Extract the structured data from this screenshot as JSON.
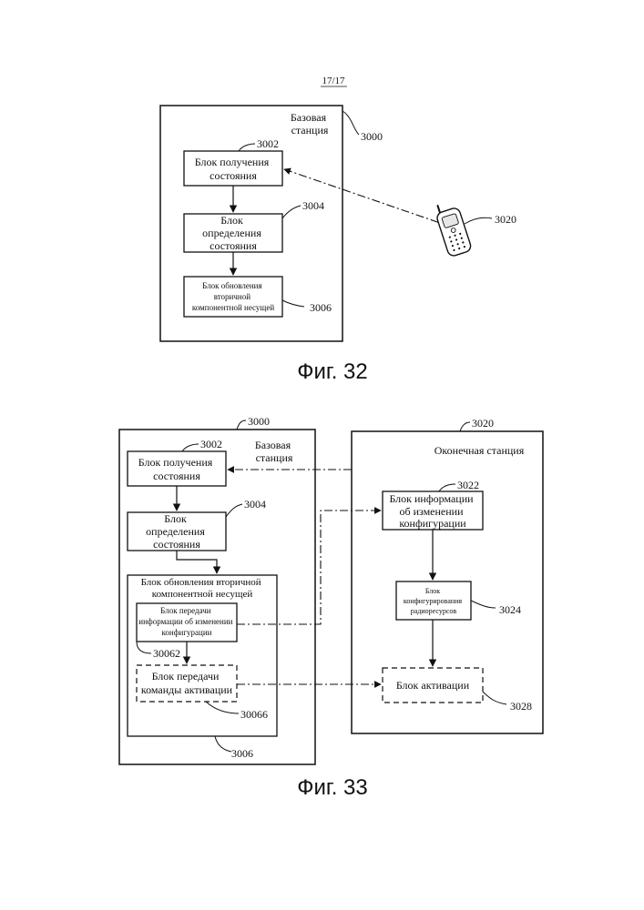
{
  "page_number": "17/17",
  "fig32": {
    "caption": "Фиг. 32",
    "base_station": {
      "label": [
        "Базовая",
        "станция"
      ],
      "ref": "3000"
    },
    "state_acquisition": {
      "label": [
        "Блок получения",
        "состояния"
      ],
      "ref": "3002"
    },
    "state_determination": {
      "label": [
        "Блок",
        "определения",
        "состояния"
      ],
      "ref": "3004"
    },
    "scc_update": {
      "label": [
        "Блок обновления",
        "вторичной",
        "компонентной  несущей"
      ],
      "ref": "3006"
    },
    "terminal": {
      "ref": "3020"
    }
  },
  "fig33": {
    "caption": "Фиг. 33",
    "base_station": {
      "label": [
        "Базовая",
        "станция"
      ],
      "ref": "3000"
    },
    "state_acquisition": {
      "label": [
        "Блок получения",
        "состояния"
      ],
      "ref": "3002"
    },
    "state_determination": {
      "label": [
        "Блок",
        "определения",
        "состояния"
      ],
      "ref": "3004"
    },
    "scc_update": {
      "label": [
        "Блок обновления вторичной",
        "компонентной несущей"
      ],
      "ref": "3006"
    },
    "config_change_tx": {
      "label": [
        "Блок передачи",
        "информации об изменении",
        "конфигурации"
      ],
      "ref": "30062"
    },
    "activation_cmd_tx": {
      "label": [
        "Блок передачи",
        "команды активации"
      ],
      "ref": "30066"
    },
    "terminal_station": {
      "label": "Оконечная станция",
      "ref": "3020"
    },
    "config_change_info": {
      "label": [
        "Блок информации",
        "об изменении",
        "конфигурации"
      ],
      "ref": "3022"
    },
    "radio_config": {
      "label": [
        "Блок",
        "конфигурирования",
        "радиоресурсов"
      ],
      "ref": "3024"
    },
    "activation": {
      "label": "Блок активации",
      "ref": "3028"
    }
  }
}
